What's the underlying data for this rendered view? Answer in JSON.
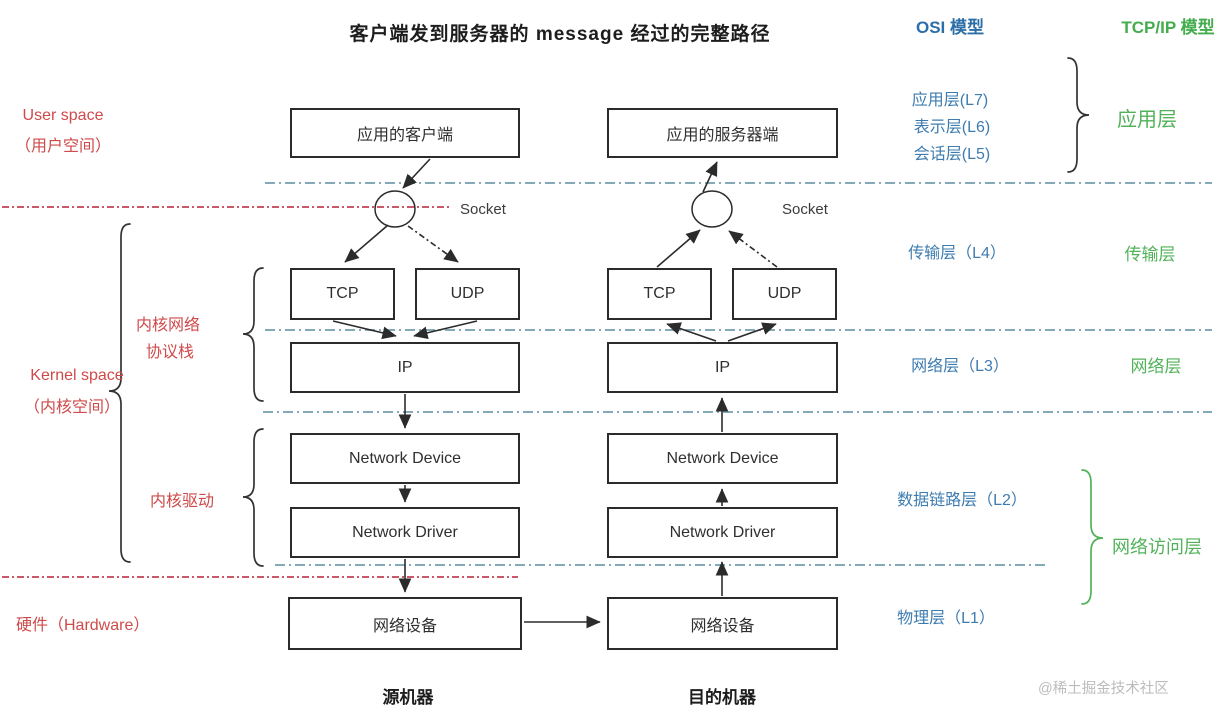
{
  "title": "客户端发到服务器的 message 经过的完整路径",
  "osi": {
    "header": "OSI 模型",
    "l7": "应用层(L7)",
    "l6": "表示层(L6)",
    "l5": "会话层(L5)",
    "l4": "传输层（L4）",
    "l3": "网络层（L3）",
    "l2": "数据链路层（L2）",
    "l1": "物理层（L1）"
  },
  "tcpip": {
    "header": "TCP/IP 模型",
    "application": "应用层",
    "transport": "传输层",
    "network": "网络层",
    "link": "网络访问层"
  },
  "spaces": {
    "user_en": "User space",
    "user_cn": "（用户空间）",
    "kernel_en": "Kernel space",
    "kernel_cn": "（内核空间）",
    "kernel_stack_line1": "内核网络",
    "kernel_stack_line2": "协议栈",
    "kernel_driver": "内核驱动",
    "hardware": "硬件（Hardware）"
  },
  "socket_label": "Socket",
  "source": {
    "app": "应用的客户端",
    "tcp": "TCP",
    "udp": "UDP",
    "ip": "IP",
    "net_device": "Network Device",
    "net_driver": "Network Driver",
    "hw": "网络设备",
    "machine": "源机器"
  },
  "dest": {
    "app": "应用的服务器端",
    "tcp": "TCP",
    "udp": "UDP",
    "ip": "IP",
    "net_device": "Network Device",
    "net_driver": "Network Driver",
    "hw": "网络设备",
    "machine": "目的机器"
  },
  "watermark": "@稀土掘金技术社区",
  "colors": {
    "osi_blue": "#2c6fa8",
    "osi_label_blue": "#3e7cb0",
    "tcpip_green": "#44ad4d",
    "space_red": "#cf4a4a",
    "boundary_teal": "#83aab6",
    "boundary_red": "#cb5868",
    "stroke_black": "#2b2b2b"
  }
}
